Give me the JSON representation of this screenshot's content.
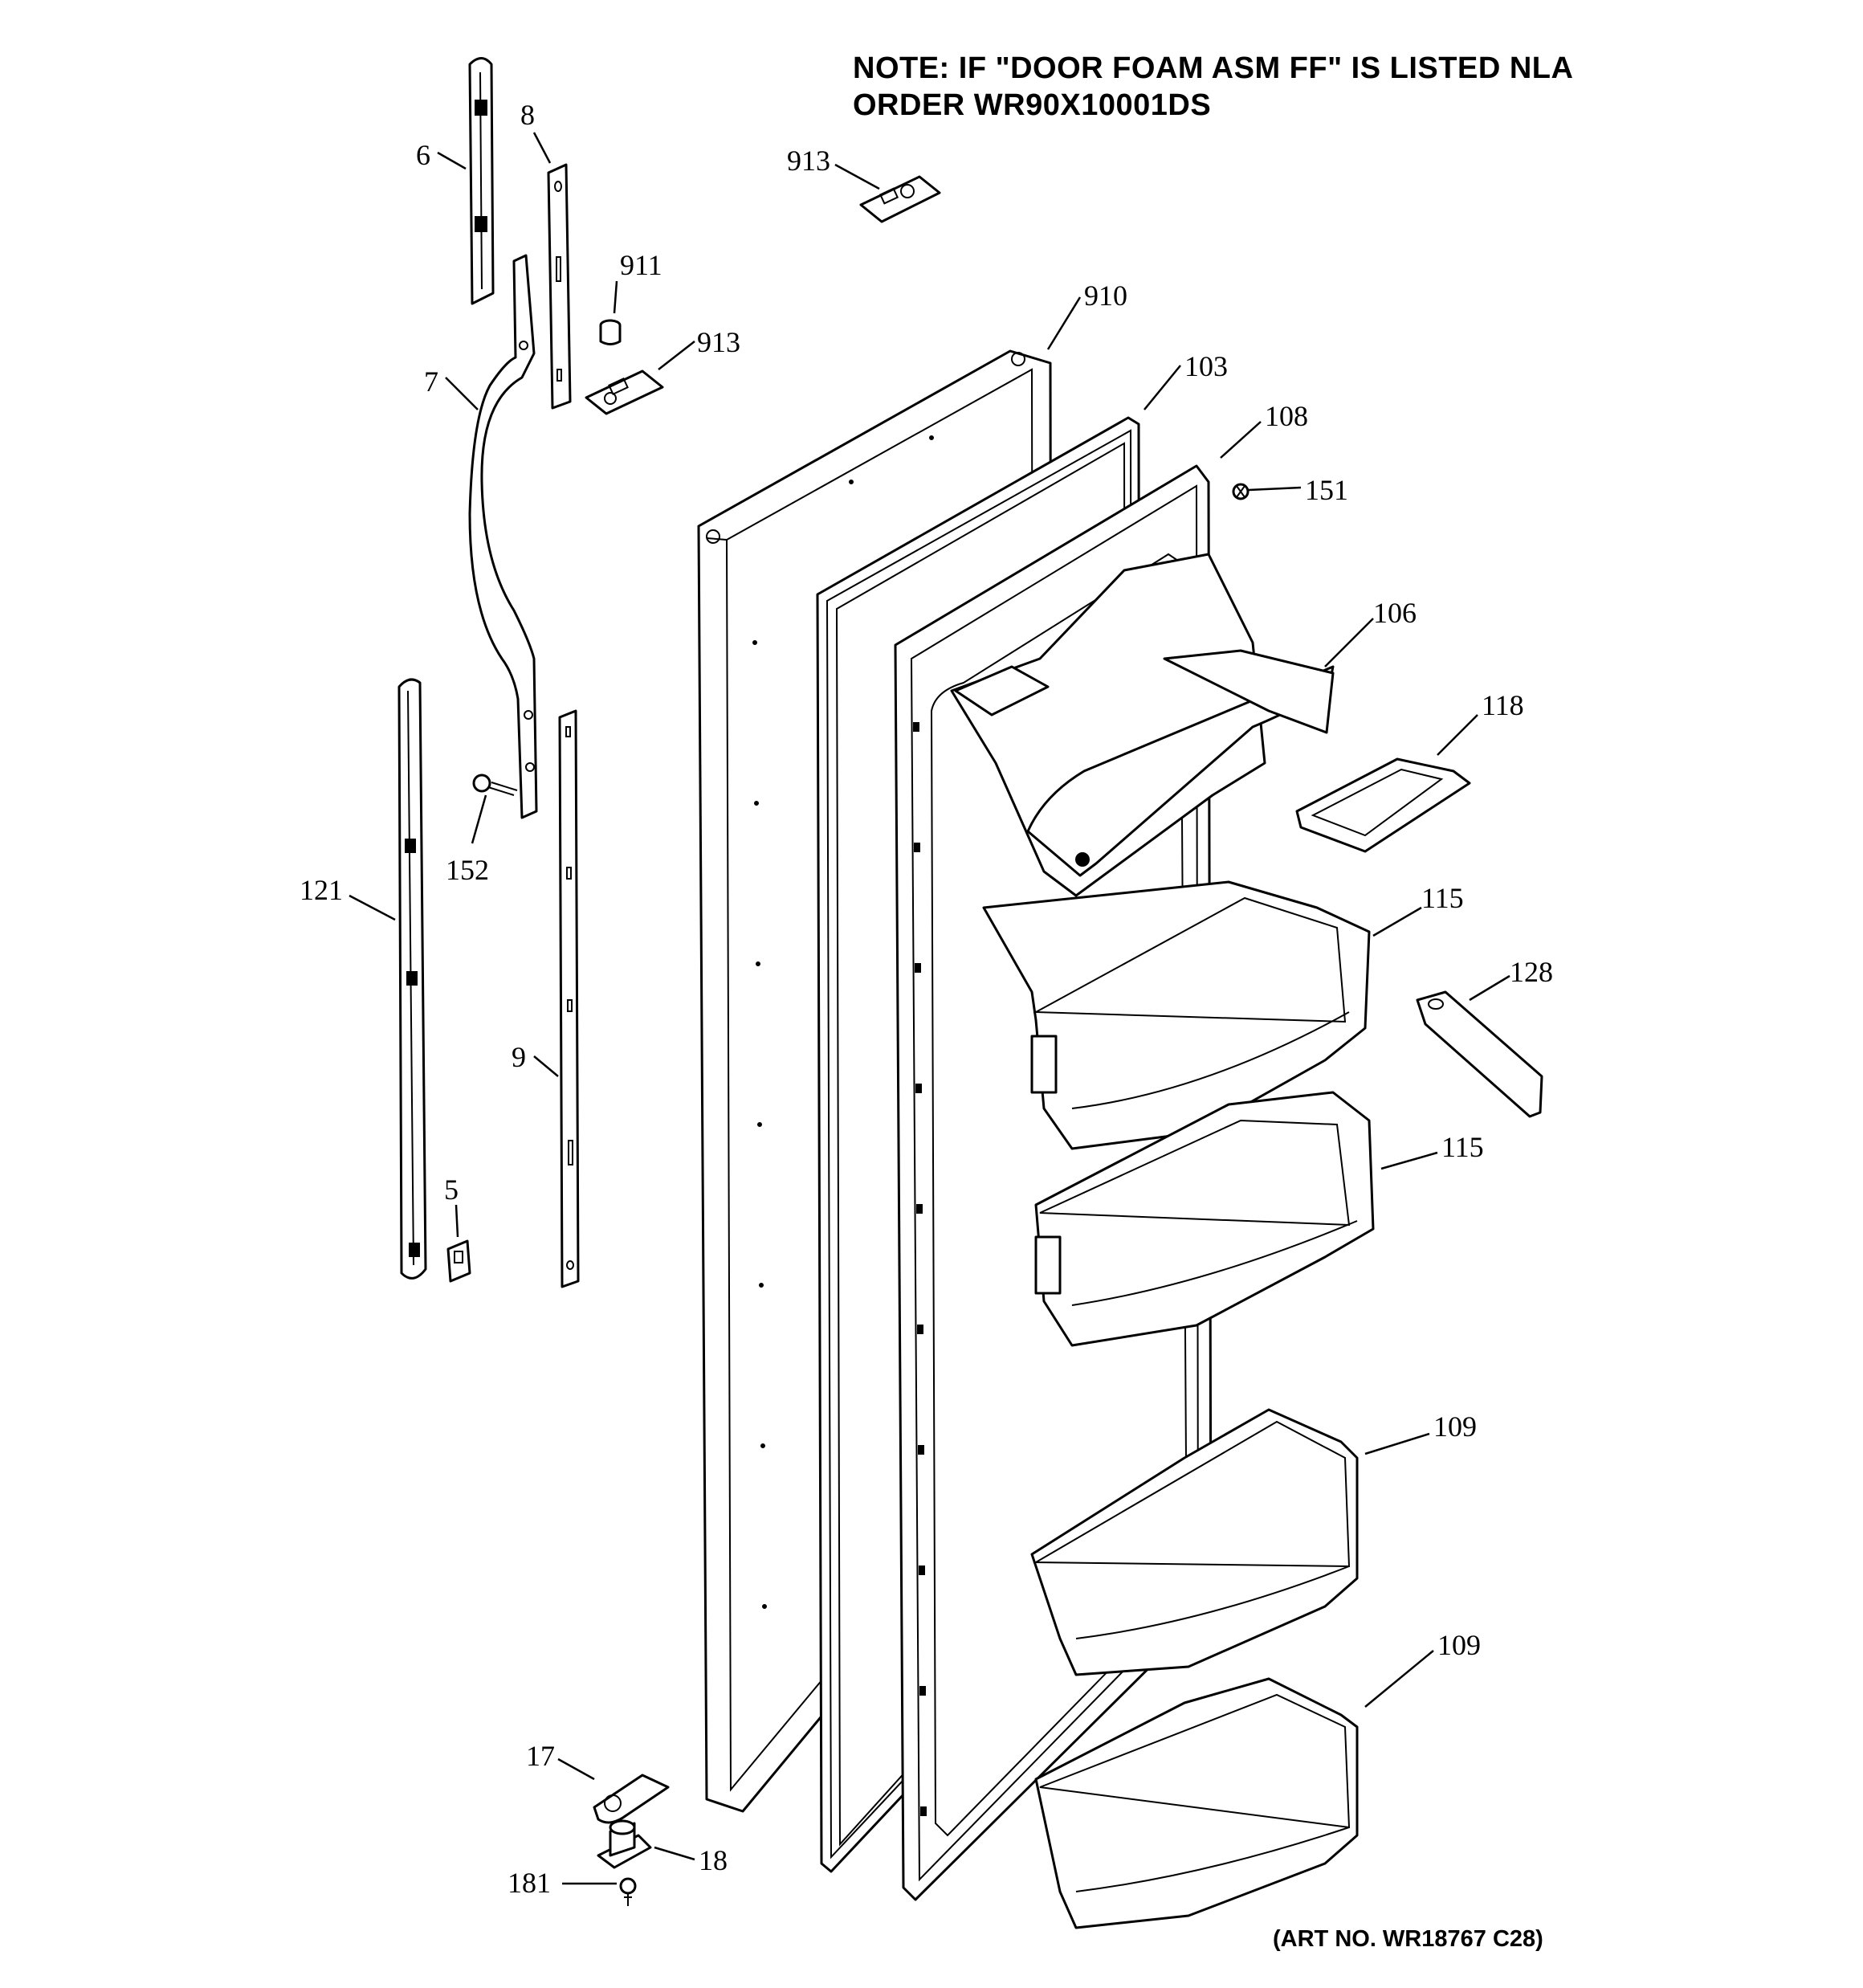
{
  "note": {
    "line1": "NOTE: IF \"DOOR FOAM ASM FF\" IS LISTED NLA",
    "line2": "ORDER WR90X10001DS"
  },
  "art_number": "(ART NO. WR18767 C28)",
  "callouts": {
    "p6": "6",
    "p8": "8",
    "p913a": "913",
    "p911": "911",
    "p913b": "913",
    "p910": "910",
    "p7": "7",
    "p103": "103",
    "p108": "108",
    "p151": "151",
    "p106": "106",
    "p118": "118",
    "p121": "121",
    "p152": "152",
    "p115a": "115",
    "p128": "128",
    "p9": "9",
    "p115b": "115",
    "p5": "5",
    "p109a": "109",
    "p109b": "109",
    "p17": "17",
    "p18": "18",
    "p181": "181"
  }
}
